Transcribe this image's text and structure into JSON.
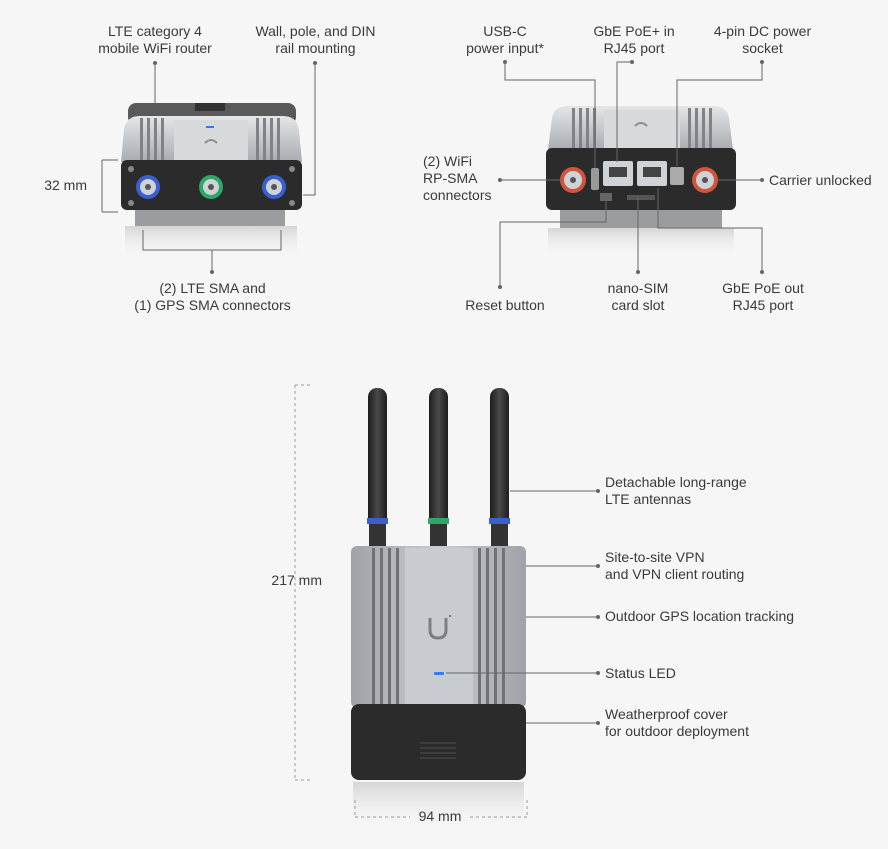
{
  "top_left": {
    "callout_lte": "LTE category 4\nmobile WiFi router",
    "callout_mount": "Wall, pole, and DIN\nrail mounting",
    "dim_height": "32 mm",
    "callout_sma": "(2) LTE SMA and\n(1) GPS SMA connectors"
  },
  "top_right": {
    "callout_usbc": "USB-C\npower input*",
    "callout_poe_in": "GbE PoE+ in\nRJ45 port",
    "callout_dc": "4-pin DC power\nsocket",
    "callout_wifi": "(2) WiFi\nRP-SMA\nconnectors",
    "callout_carrier": "Carrier unlocked",
    "callout_reset": "Reset button",
    "callout_sim": "nano-SIM\ncard slot",
    "callout_poe_out": "GbE PoE out\nRJ45 port"
  },
  "bottom": {
    "callout_antennas": "Detachable long-range\nLTE antennas",
    "callout_vpn": "Site-to-site VPN\nand VPN client routing",
    "callout_gps": "Outdoor GPS location tracking",
    "callout_led": "Status LED",
    "callout_cover": "Weatherproof cover\nfor outdoor deployment",
    "dim_height": "217 mm",
    "dim_width": "94 mm"
  },
  "colors": {
    "led_blue": "#2f7df6",
    "ring_blue": "#3a5fcf",
    "ring_green": "#2ea86a",
    "ring_red": "#d0553c",
    "body_dark": "#2b2b2b",
    "body_silver": "#b9bcc0"
  }
}
